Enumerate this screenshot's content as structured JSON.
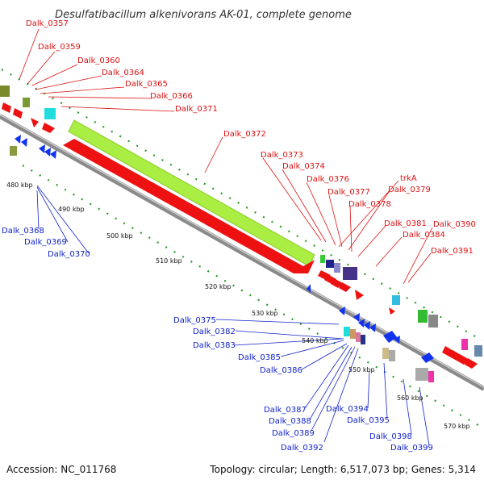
{
  "title": "Desulfatibacillum alkenivorans AK-01, complete genome",
  "accession": "Accession: NC_011768",
  "topology": "Topology: circular; Length: 6,517,073 bp; Genes: 5,314",
  "colors": {
    "forward_label": "#dd1111",
    "reverse_label": "#1122cc",
    "backbone": "#8a8a8a",
    "forward_arrow": "#ee1111",
    "reverse_arrow": "#1133ee",
    "ruler_dots": "#2a9a2a",
    "long_gene_green": "#aaee44"
  },
  "forward_labels": [
    {
      "id": "fwd-0357",
      "text": "Dalk_0357"
    },
    {
      "id": "fwd-0359",
      "text": "Dalk_0359"
    },
    {
      "id": "fwd-0360",
      "text": "Dalk_0360"
    },
    {
      "id": "fwd-0364",
      "text": "Dalk_0364"
    },
    {
      "id": "fwd-0365",
      "text": "Dalk_0365"
    },
    {
      "id": "fwd-0366",
      "text": "Dalk_0366"
    },
    {
      "id": "fwd-0371",
      "text": "Dalk_0371"
    },
    {
      "id": "fwd-0372",
      "text": "Dalk_0372"
    },
    {
      "id": "fwd-0373",
      "text": "Dalk_0373"
    },
    {
      "id": "fwd-0374",
      "text": "Dalk_0374"
    },
    {
      "id": "fwd-0376",
      "text": "Dalk_0376"
    },
    {
      "id": "fwd-trkA",
      "text": "trkA"
    },
    {
      "id": "fwd-0377",
      "text": "Dalk_0377"
    },
    {
      "id": "fwd-0379",
      "text": "Dalk_0379"
    },
    {
      "id": "fwd-0378",
      "text": "Dalk_0378"
    },
    {
      "id": "fwd-0381",
      "text": "Dalk_0381"
    },
    {
      "id": "fwd-0390",
      "text": "Dalk_0390"
    },
    {
      "id": "fwd-0384",
      "text": "Dalk_0384"
    },
    {
      "id": "fwd-0391",
      "text": "Dalk_0391"
    }
  ],
  "reverse_labels": [
    {
      "id": "rev-0368",
      "text": "Dalk_0368"
    },
    {
      "id": "rev-0369",
      "text": "Dalk_0369"
    },
    {
      "id": "rev-0370",
      "text": "Dalk_0370"
    },
    {
      "id": "rev-0375",
      "text": "Dalk_0375"
    },
    {
      "id": "rev-0382",
      "text": "Dalk_0382"
    },
    {
      "id": "rev-0383",
      "text": "Dalk_0383"
    },
    {
      "id": "rev-0385",
      "text": "Dalk_0385"
    },
    {
      "id": "rev-0386",
      "text": "Dalk_0386"
    },
    {
      "id": "rev-0387",
      "text": "Dalk_0387"
    },
    {
      "id": "rev-0388",
      "text": "Dalk_0388"
    },
    {
      "id": "rev-0389",
      "text": "Dalk_0389"
    },
    {
      "id": "rev-0392",
      "text": "Dalk_0392"
    },
    {
      "id": "rev-0394",
      "text": "Dalk_0394"
    },
    {
      "id": "rev-0395",
      "text": "Dalk_0395"
    },
    {
      "id": "rev-0398",
      "text": "Dalk_0398"
    },
    {
      "id": "rev-0399",
      "text": "Dalk_0399"
    }
  ],
  "ticks": [
    {
      "id": "t480",
      "text": "480 kbp"
    },
    {
      "id": "t490",
      "text": "490 kbp"
    },
    {
      "id": "t500",
      "text": "500 kbp"
    },
    {
      "id": "t510",
      "text": "510 kbp"
    },
    {
      "id": "t520",
      "text": "520 kbp"
    },
    {
      "id": "t530",
      "text": "530 kbp"
    },
    {
      "id": "t540",
      "text": "540 kbp"
    },
    {
      "id": "t550",
      "text": "550 kbp"
    },
    {
      "id": "t560",
      "text": "560 kbp"
    },
    {
      "id": "t570",
      "text": "570 kbp"
    }
  ]
}
